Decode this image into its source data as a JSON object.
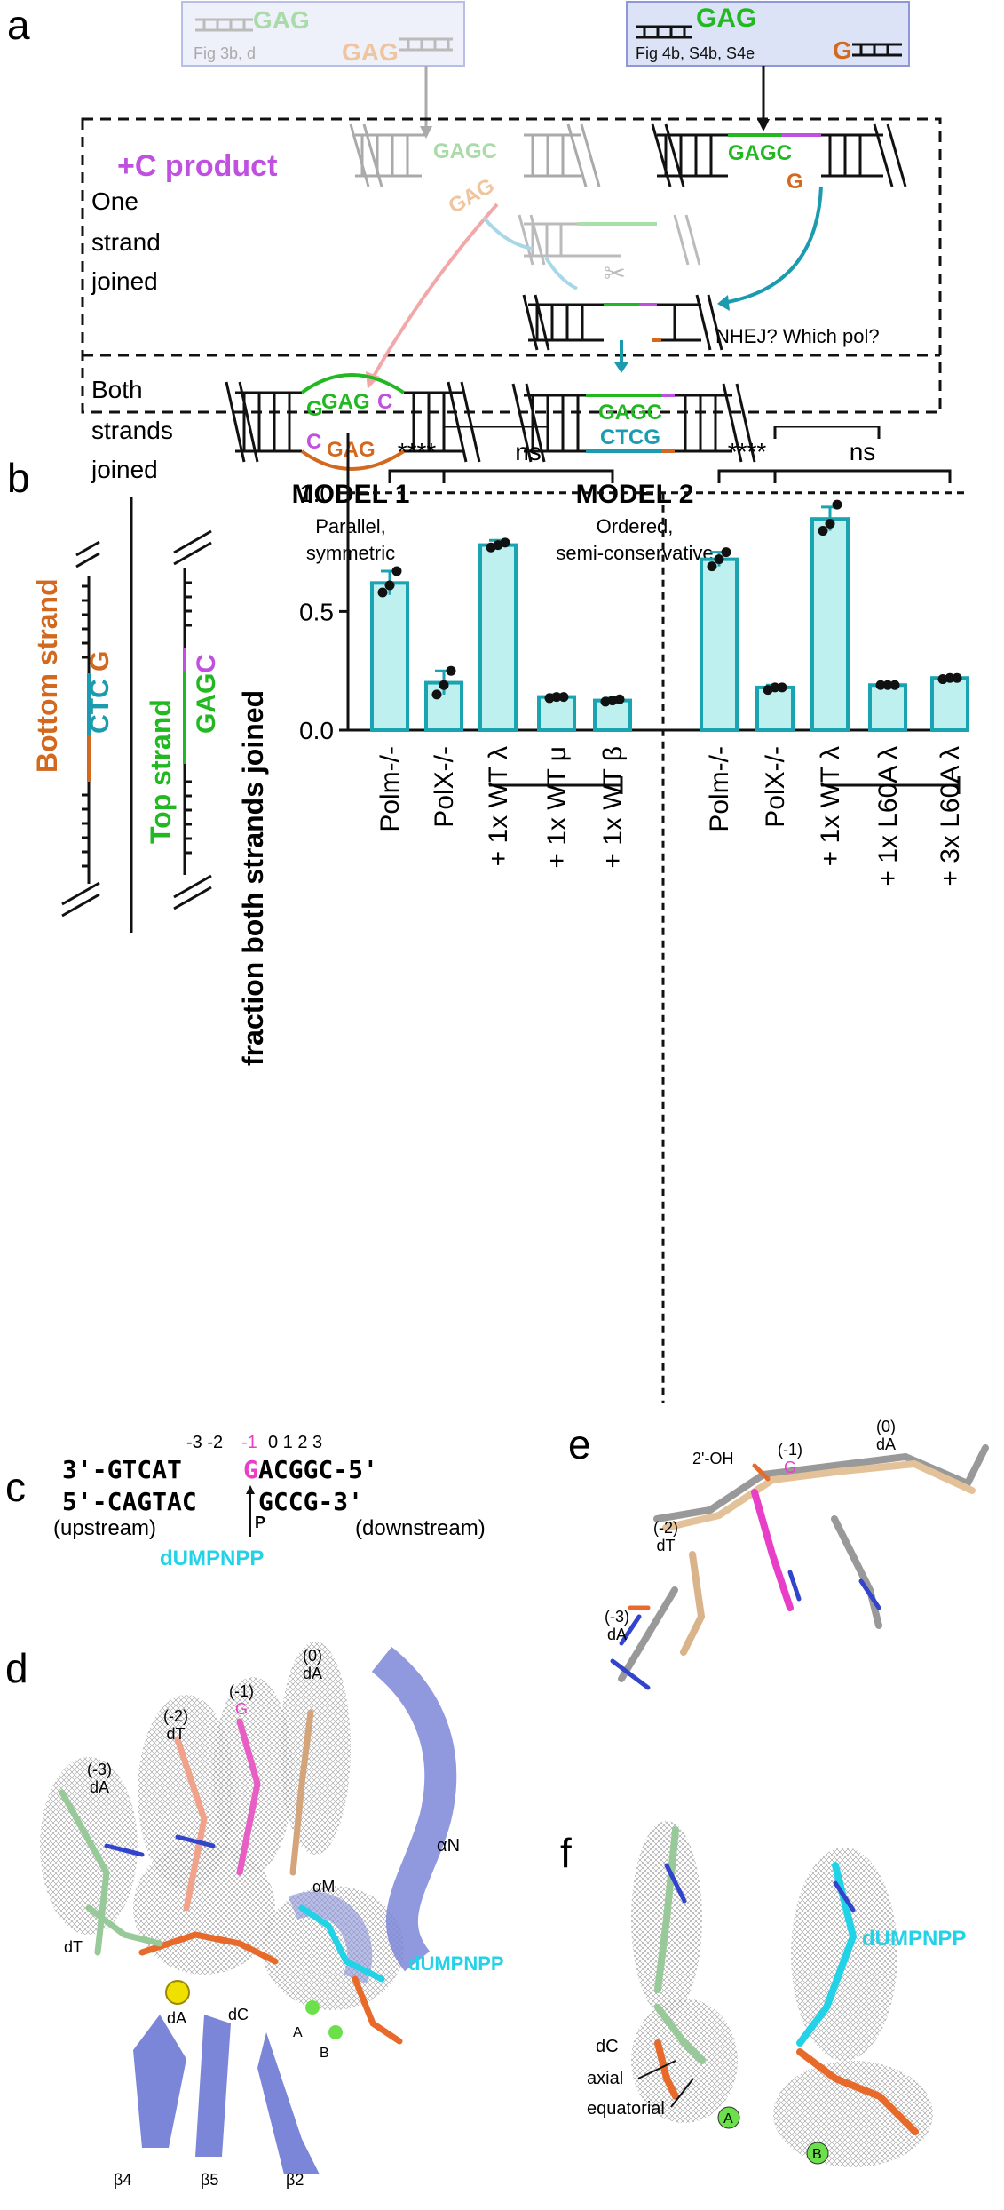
{
  "panels": {
    "a": "a",
    "b": "b",
    "c": "c",
    "d": "d",
    "e": "e",
    "f": "f"
  },
  "panel_a": {
    "box_left": {
      "gag1": "GAG",
      "gag2": "GAG",
      "caption": "Fig 3b, d"
    },
    "box_right": {
      "gag": "GAG",
      "g": "G",
      "caption": "Fig 4b, S4b, S4e"
    },
    "plus_c_product": "+C product",
    "one_strand_joined": [
      "One",
      "strand",
      "joined"
    ],
    "both_strands_joined": [
      "Both",
      "strands",
      "joined"
    ],
    "mid_left_seq": {
      "gagc": "GAGC",
      "gag": "GAG"
    },
    "mid_right_seq": {
      "gagc": "GAGC",
      "g": "G"
    },
    "nhej_question": "NHEJ? Which pol?",
    "model1": {
      "title": "MODEL 1",
      "line1": "Parallel,",
      "line2": "symmetric",
      "top": "GAG",
      "c_top": "C",
      "g_left": "G",
      "bottom": "GAG",
      "c_bottom": "C"
    },
    "model2": {
      "title": "MODEL 2",
      "line1": "Ordered,",
      "line2": "semi-conservative",
      "top": "GAGC",
      "bottom": "CTCG"
    },
    "colors": {
      "green": "#22b822",
      "orange": "#d2691e",
      "magenta": "#c050e0",
      "teal": "#1a9bb0",
      "light_green": "#a8dba8",
      "light_orange": "#f0c49c",
      "box_left_fill": "#eef0fa",
      "box_right_fill": "#dde3f7"
    }
  },
  "panel_b": {
    "bottom_strand_label": "Bottom strand",
    "top_strand_label": "Top strand",
    "bottom_seq": {
      "ctc": "CTC",
      "g": "G"
    },
    "top_seq": {
      "gag": "GAG",
      "c": "C"
    },
    "significance": {
      "stars": "****",
      "ns": "ns"
    }
  },
  "chart_data": {
    "type": "bar",
    "ylabel": "fraction both strands joined",
    "ylim": [
      0,
      1.25
    ],
    "yticks": [
      "0.0",
      "0.5",
      "1.0"
    ],
    "reference_line": 1.0,
    "bar_color": "#bff0f0",
    "edge_color": "#1aa3b0",
    "groups": [
      {
        "categories": [
          "Polm-/-",
          "PolX-/-",
          "+ 1x WT λ",
          "+ 1x WT μ",
          "+ 1x WT β"
        ],
        "values": [
          0.62,
          0.2,
          0.78,
          0.14,
          0.125
        ],
        "errors": [
          0.05,
          0.05,
          0.02,
          0.01,
          0.01
        ],
        "points": [
          [
            0.58,
            0.61,
            0.67
          ],
          [
            0.15,
            0.19,
            0.25
          ],
          [
            0.77,
            0.78,
            0.79
          ],
          [
            0.135,
            0.14,
            0.14
          ],
          [
            0.12,
            0.125,
            0.13
          ]
        ]
      },
      {
        "categories": [
          "Polm-/-",
          "PolX-/-",
          "+ 1x WT λ",
          "+ 1x L60A λ",
          "+ 3x L60A λ"
        ],
        "values": [
          0.72,
          0.18,
          0.89,
          0.19,
          0.22
        ],
        "errors": [
          0.03,
          0.01,
          0.05,
          0.005,
          0.005
        ],
        "points": [
          [
            0.69,
            0.72,
            0.75
          ],
          [
            0.17,
            0.18,
            0.18
          ],
          [
            0.84,
            0.87,
            0.95
          ],
          [
            0.19,
            0.19,
            0.19
          ],
          [
            0.215,
            0.22,
            0.22
          ]
        ]
      }
    ]
  },
  "panel_c": {
    "positions": "-3 -2",
    "pos_m1": "-1",
    "positions_right": "0 1 2 3",
    "strand1_a": "3'-GTCAT",
    "strand1_g": "G",
    "strand1_b": "ACGGC-5'",
    "strand2_a": "5'-CAGTAC",
    "strand2_b": "GCCG-3'",
    "p": "P",
    "upstream": "(upstream)",
    "downstream": "(downstream)",
    "dumpnpp": "dUMPNPP"
  },
  "panel_d": {
    "labels": {
      "m3": "(-3)",
      "m3n": "dA",
      "m2": "(-2)",
      "m2n": "dT",
      "m1": "(-1)",
      "m1n": "G",
      "z": "(0)",
      "zn": "dA",
      "alphaN": "αN",
      "alphaM": "αM",
      "dumpnpp": "dUMPNPP",
      "dT": "dT",
      "dA": "dA",
      "dC": "dC",
      "A": "A",
      "B": "B",
      "b4": "β4",
      "b5": "β5",
      "b2": "β2"
    }
  },
  "panel_e": {
    "labels": {
      "oh": "2'-OH",
      "m1": "(-1)",
      "m1n": "G",
      "z": "(0)",
      "zn": "dA",
      "m2": "(-2)",
      "m2n": "dT",
      "m3": "(-3)",
      "m3n": "dA"
    }
  },
  "panel_f": {
    "labels": {
      "dumpnpp": "dUMPNPP",
      "dC": "dC",
      "axial": "axial",
      "equatorial": "equatorial",
      "A": "A",
      "B": "B"
    }
  }
}
